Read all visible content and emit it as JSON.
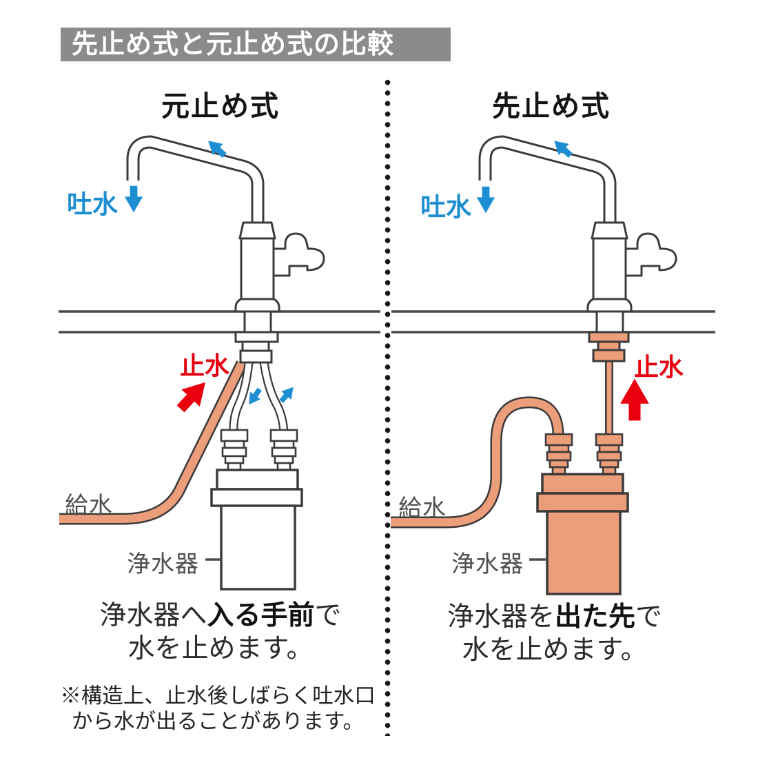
{
  "title": "先止め式と元止め式の比較",
  "colors": {
    "title_bar": "#8b8b8b",
    "blue": "#1e8ed3",
    "red": "#e8000f",
    "orange": "#ec9d7a",
    "line_art": "#3c3c3c"
  },
  "left_panel": {
    "heading": "元止め式",
    "spout_label": "吐水",
    "stop_label": "止水",
    "supply_label": "給水",
    "purifier_label": "浄水器",
    "caption": {
      "pre": "浄水器へ",
      "bold": "入る手前",
      "post": "で",
      "line2": "水を止めます。"
    },
    "note_line1": "※構造上、止水後しばらく吐水口",
    "note_line2": "から水が出ることがあります。"
  },
  "right_panel": {
    "heading": "先止め式",
    "spout_label": "吐水",
    "stop_label": "止水",
    "supply_label": "給水",
    "purifier_label": "浄水器",
    "caption": {
      "pre": "浄水器を",
      "bold": "出た先",
      "post": "で",
      "line2": "水を止めます。"
    }
  }
}
